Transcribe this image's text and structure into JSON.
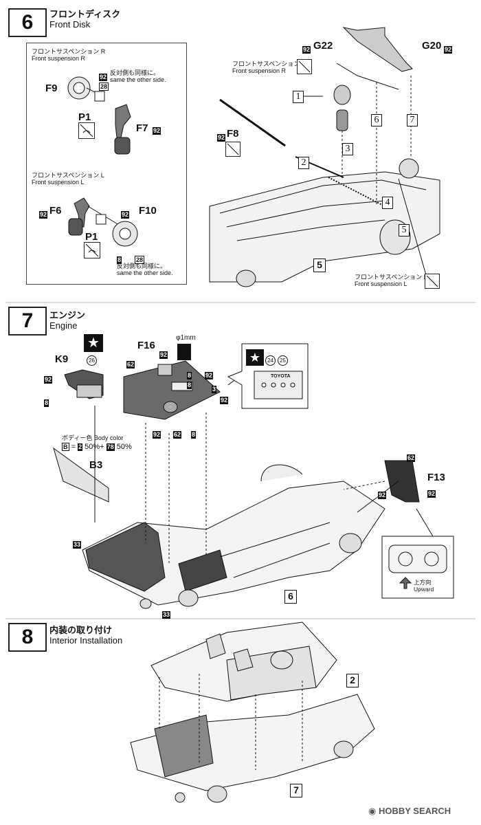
{
  "step6": {
    "num": "6",
    "title_jp": "フロントディスク",
    "title_en": "Front Disk",
    "inset_r": {
      "label_jp": "フロントサスペンション R",
      "label_en": "Front suspension R",
      "note_jp": "反対側も同様に。",
      "note_en": "same the other side.",
      "parts": [
        "F9",
        "92",
        "28",
        "P1",
        "F7",
        "92"
      ]
    },
    "inset_l": {
      "label_jp": "フロントサスペンション L",
      "label_en": "Front suspension L",
      "note_jp": "反対側も同様に。",
      "note_en": "same the other side.",
      "parts": [
        "92",
        "F6",
        "92",
        "F10",
        "P1",
        "8",
        "28"
      ]
    },
    "main": {
      "g22": "G22",
      "g20": "G20",
      "f8": "F8",
      "b92": "92",
      "susp_r_jp": "フロントサスペンション R",
      "susp_r_en": "Front suspension R",
      "susp_l_jp": "フロントサスペンション L",
      "susp_l_en": "Front suspension L",
      "boxes": [
        "1",
        "2",
        "3",
        "4",
        "5",
        "6",
        "7"
      ],
      "ref": "5"
    }
  },
  "step7": {
    "num": "7",
    "title_jp": "エンジン",
    "title_en": "Engine",
    "k9": "K9",
    "f16": "F16",
    "b3": "B3",
    "f13": "F13",
    "drill": "φ1mm",
    "decal_a": "26",
    "decal_b": "24",
    "decal_c": "25",
    "engine_text": "TOYOTA",
    "body_color_jp": "ボディー色",
    "body_color_en": "Body color",
    "mix": {
      "b": "B",
      "eq": "=",
      "c1": "2",
      "p1": "50%+",
      "c2": "78",
      "p2": "50%"
    },
    "codes": [
      "92",
      "8",
      "62",
      "92",
      "8",
      "8",
      "3",
      "92",
      "92",
      "62",
      "8",
      "92",
      "33",
      "33",
      "62",
      "92",
      "92"
    ],
    "upward_jp": "上方向",
    "upward_en": "Upward",
    "ref": "6"
  },
  "step8": {
    "num": "8",
    "title_jp": "内装の取り付け",
    "title_en": "Interior Installation",
    "ref_top": "2",
    "ref_bottom": "7"
  },
  "watermark": {
    "brand": "HOBBY SEARCH"
  }
}
